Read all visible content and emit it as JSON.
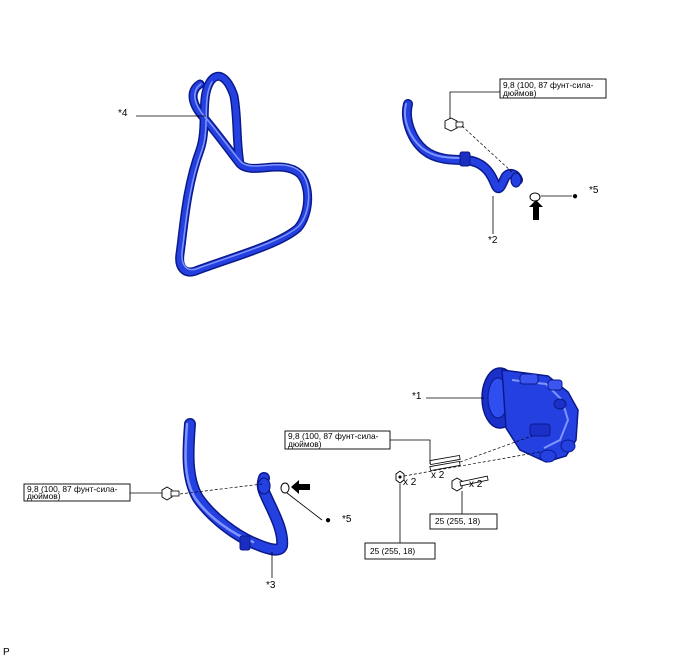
{
  "callouts": {
    "belt": "*4",
    "hose_upper": "*2",
    "hose_lower": "*3",
    "compressor": "*1",
    "oring_upper": "*5",
    "oring_lower": "*5"
  },
  "torque": {
    "bolt_upper": [
      "9,8 (100, 87 фунт-сила-",
      "дюймов)"
    ],
    "bolt_lower": [
      "9,8 (100, 87 фунт-сила-",
      "дюймов)"
    ],
    "bolt_compressor": [
      "9,8 (100, 87 фунт-сила-",
      "дюймов)"
    ],
    "nut_compressor": "25 (255, 18)",
    "stud_compressor": "25 (255, 18)"
  },
  "quantities": {
    "bolt_long": "x 2",
    "nut": "x 2",
    "stud": "x 2"
  },
  "marks": {
    "bullet": "●"
  },
  "footer": {
    "code": "P"
  },
  "colors": {
    "part_blue": "#2540e0",
    "part_dark": "#0a1a8c",
    "part_highlight": "#7f95ff"
  }
}
